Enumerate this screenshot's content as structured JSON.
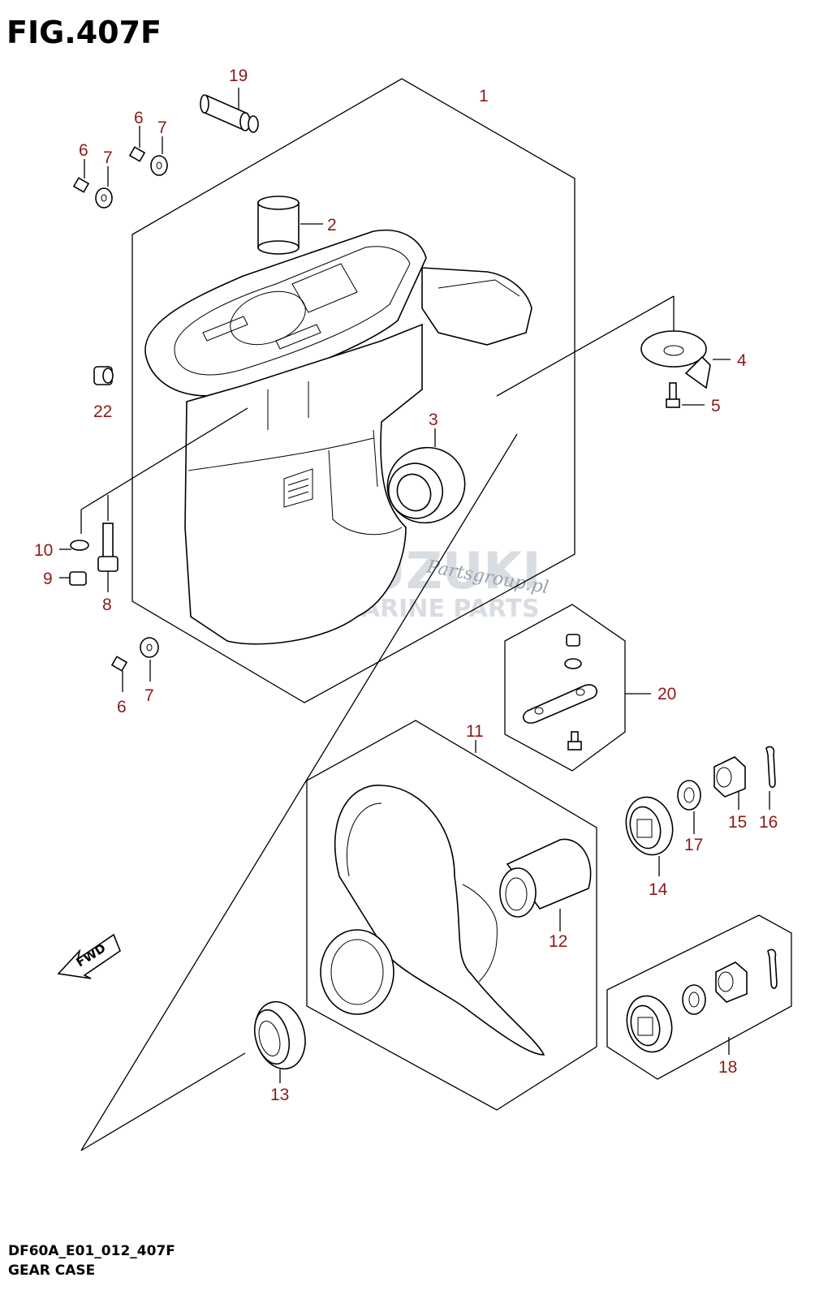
{
  "figure": {
    "title": "FIG.407F",
    "code": "DF60A_E01_012_407F",
    "name": "GEAR CASE"
  },
  "watermark": {
    "brand": "SUZUKI",
    "line2": "MARINE PARTS",
    "url": "Partsgroup.pl"
  },
  "fwd_label": "FWD",
  "callouts": {
    "c1": "1",
    "c2": "2",
    "c3": "3",
    "c4": "4",
    "c5": "5",
    "c6a": "6",
    "c6b": "6",
    "c6c": "6",
    "c7a": "7",
    "c7b": "7",
    "c7c": "7",
    "c8": "8",
    "c9": "9",
    "c10": "10",
    "c11": "11",
    "c12": "12",
    "c13": "13",
    "c14": "14",
    "c15": "15",
    "c16": "16",
    "c17": "17",
    "c18": "18",
    "c19": "19",
    "c20": "20",
    "c22": "22"
  },
  "colors": {
    "callout": "#8b1a1a",
    "line": "#000000",
    "watermark": "#d8dde3"
  }
}
